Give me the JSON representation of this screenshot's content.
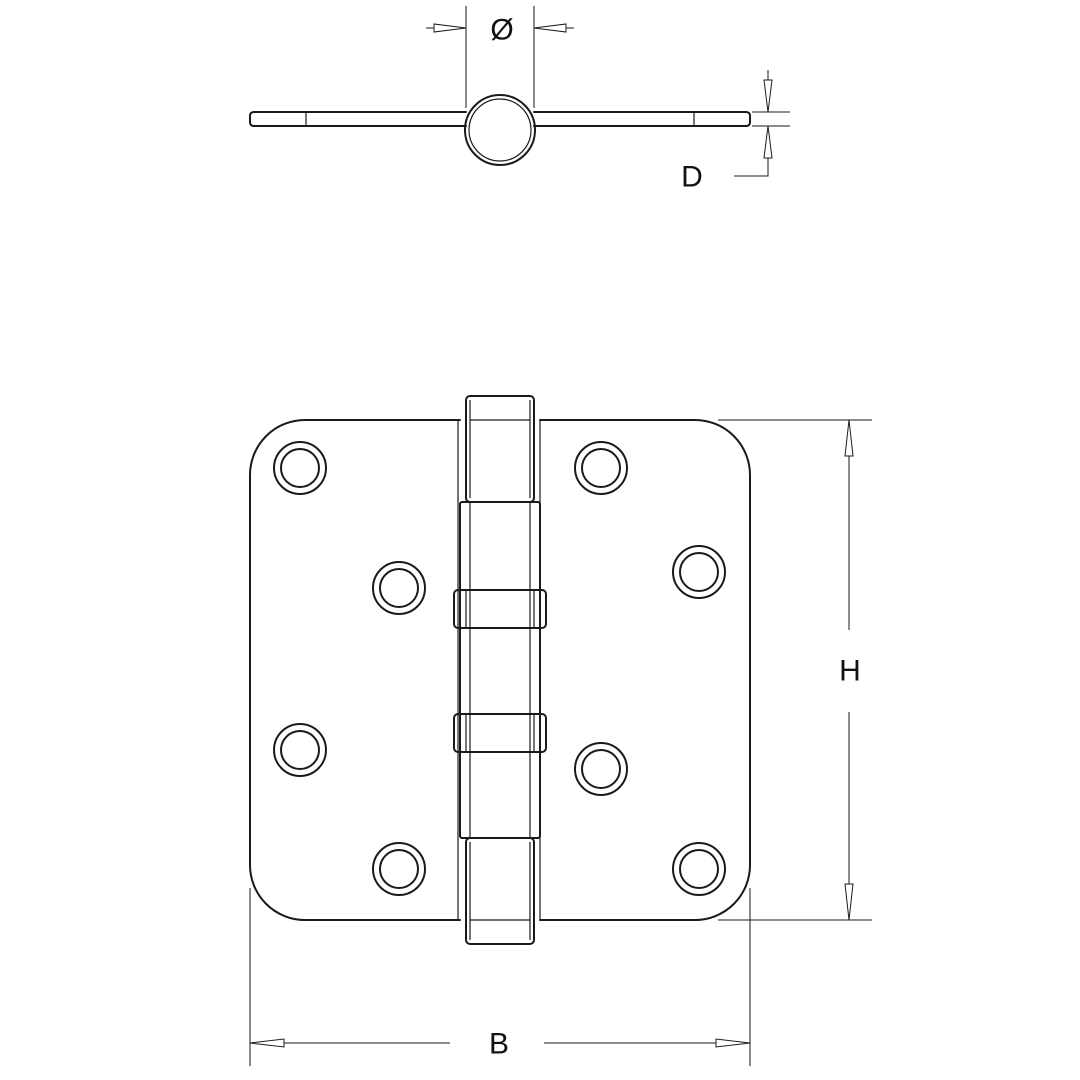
{
  "labels": {
    "diameter": "Ø",
    "thickness": "D",
    "height": "H",
    "width": "B"
  },
  "colors": {
    "line": "#1a1a1a",
    "background": "#ffffff"
  }
}
